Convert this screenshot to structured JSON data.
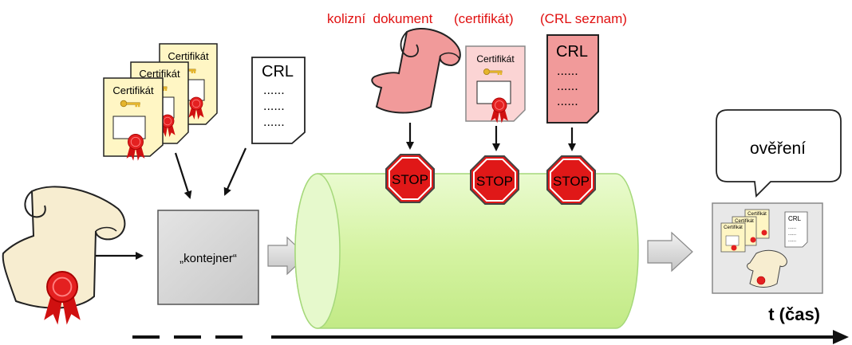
{
  "labels": {
    "collision_document": "kolizní  dokument",
    "certificate_paren": "(certifikát)",
    "crl_list": "(CRL seznam)",
    "container": "„kontejner“",
    "verification": "ověření",
    "time_axis": "t (čas)",
    "stop": "STOP",
    "certificate": "Certifikát",
    "crl": "CRL",
    "dots": "......"
  },
  "colors": {
    "accent_red": "#e01010",
    "stop_red": "#e01818",
    "cylinder_green": "#d8f5a8",
    "container_gray": "#d4d4d4",
    "arrow_gray": "#d9d9d9",
    "scroll_cream": "#f7edd0",
    "cert_yellow": "#fff6c4",
    "pink": "#f19a9a"
  },
  "icons": [
    "scroll-icon",
    "certificate-icon",
    "crl-icon",
    "stop-sign-icon",
    "seal-icon",
    "key-icon",
    "speech-bubble-icon"
  ]
}
